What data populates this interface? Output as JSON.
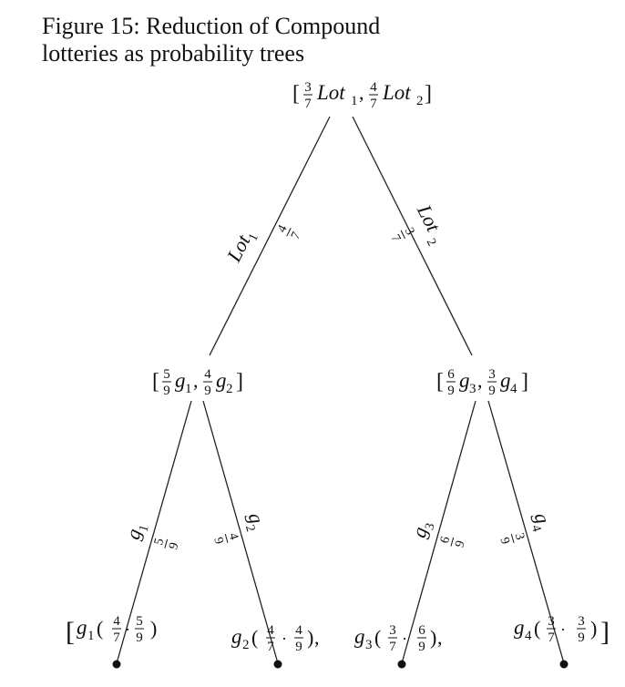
{
  "caption": {
    "label": "Figure 15:",
    "text": "Reduction of Compound lotteries as probability trees"
  },
  "tree": {
    "root": {
      "items": [
        {
          "prob": {
            "num": "3",
            "den": "7"
          },
          "sym": "Lot",
          "sub": "1"
        },
        {
          "prob": {
            "num": "4",
            "den": "7"
          },
          "sym": "Lot",
          "sub": "2"
        }
      ]
    },
    "mid_left": {
      "items": [
        {
          "prob": {
            "num": "5",
            "den": "9"
          },
          "sym": "g",
          "sub": "1"
        },
        {
          "prob": {
            "num": "4",
            "den": "9"
          },
          "sym": "g",
          "sub": "2"
        }
      ]
    },
    "mid_right": {
      "items": [
        {
          "prob": {
            "num": "6",
            "den": "9"
          },
          "sym": "g",
          "sub": "3"
        },
        {
          "prob": {
            "num": "3",
            "den": "9"
          },
          "sym": "g",
          "sub": "4"
        }
      ]
    },
    "edges": {
      "root_left": {
        "sym": "Lot",
        "sub": "1",
        "prob": {
          "num": "4",
          "den": "7"
        }
      },
      "root_right": {
        "sym": "Lot",
        "sub": "2",
        "prob": {
          "num": "3",
          "den": "7"
        }
      },
      "ml_left": {
        "sym": "g",
        "sub": "1",
        "prob": {
          "num": "5",
          "den": "9"
        }
      },
      "ml_right": {
        "sym": "g",
        "sub": "2",
        "prob": {
          "num": "4",
          "den": "9"
        }
      },
      "mr_left": {
        "sym": "g",
        "sub": "3",
        "prob": {
          "num": "6",
          "den": "9"
        }
      },
      "mr_right": {
        "sym": "g",
        "sub": "4",
        "prob": {
          "num": "3",
          "den": "9"
        }
      }
    },
    "leaves": [
      {
        "sym": "g",
        "sub": "1",
        "p1": {
          "num": "4",
          "den": "7"
        },
        "p2": {
          "num": "5",
          "den": "9"
        },
        "trail": ""
      },
      {
        "sym": "g",
        "sub": "2",
        "p1": {
          "num": "4",
          "den": "7"
        },
        "p2": {
          "num": "4",
          "den": "9"
        },
        "trail": ","
      },
      {
        "sym": "g",
        "sub": "3",
        "p1": {
          "num": "3",
          "den": "7"
        },
        "p2": {
          "num": "6",
          "den": "9"
        },
        "trail": ","
      },
      {
        "sym": "g",
        "sub": "4",
        "p1": {
          "num": "3",
          "den": "7"
        },
        "p2": {
          "num": "3",
          "den": "9"
        },
        "trail": ""
      }
    ]
  }
}
